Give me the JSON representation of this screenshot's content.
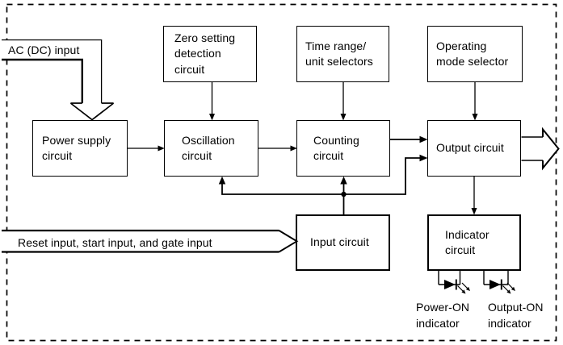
{
  "boxes": {
    "zero_setting": "Zero setting\ndetection\ncircuit",
    "time_range": "Time range/\nunit selectors",
    "operating_mode": "Operating\nmode selector",
    "power_supply": "Power supply\ncircuit",
    "oscillation": "Oscillation\ncircuit",
    "counting": "Counting\ncircuit",
    "output": "Output circuit",
    "input": "Input circuit",
    "indicator": "Indicator\ncircuit"
  },
  "labels": {
    "ac_input": "AC (DC) input",
    "reset_input": "Reset input, start input, and gate input",
    "power_on_indicator": "Power-ON\nindicator",
    "output_on_indicator": "Output-ON\nindicator"
  },
  "colors": {
    "line": "#000000",
    "background": "#ffffff"
  }
}
